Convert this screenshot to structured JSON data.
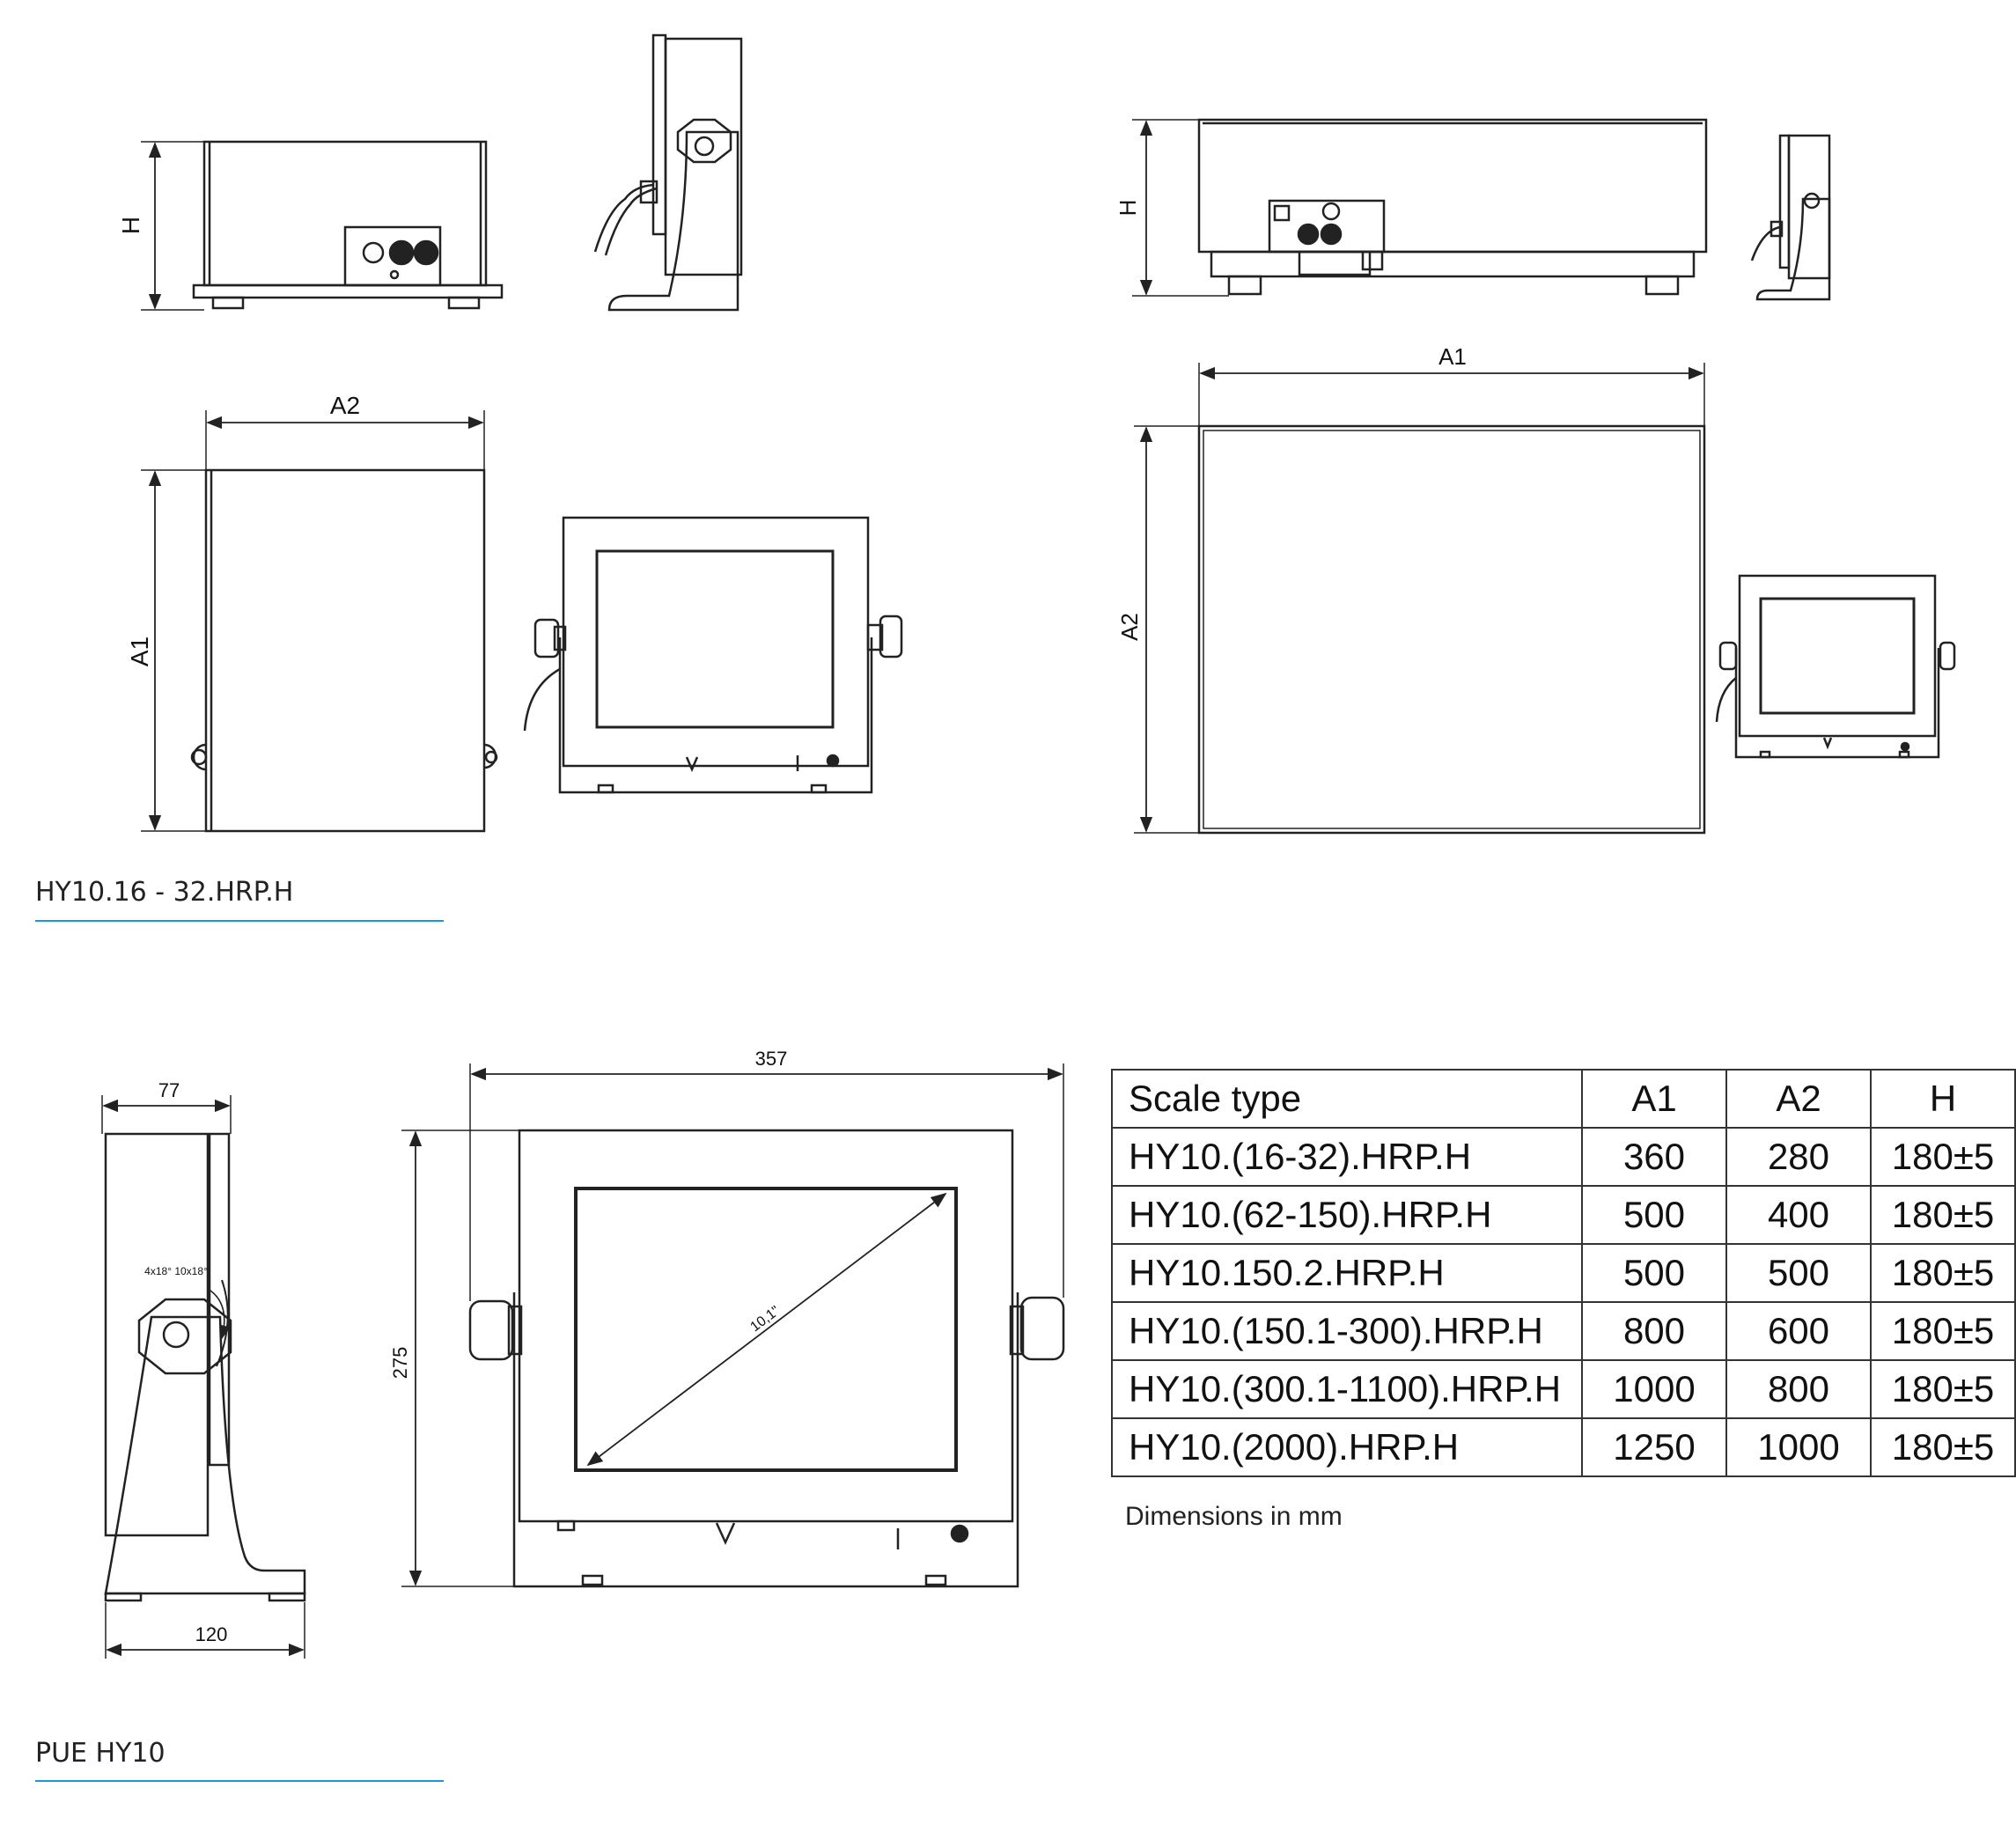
{
  "labels": {
    "h_left": "H",
    "a2_left": "A2",
    "a1_left": "A1",
    "h_right": "H",
    "a1_right": "A1",
    "a2_right": "A2",
    "dim_77": "77",
    "dim_120": "120",
    "dim_357": "357",
    "dim_275": "275",
    "diagonal": "10,1\"",
    "rotation": "4x18°  10x18°"
  },
  "captions": {
    "top": "HY10.16 - 32.HRP.H",
    "bottom": "PUE HY10"
  },
  "table": {
    "headers": [
      "Scale type",
      "A1",
      "A2",
      "H"
    ],
    "rows": [
      [
        "HY10.(16-32).HRP.H",
        "360",
        "280",
        "180±5"
      ],
      [
        "HY10.(62-150).HRP.H",
        "500",
        "400",
        "180±5"
      ],
      [
        "HY10.150.2.HRP.H",
        "500",
        "500",
        "180±5"
      ],
      [
        "HY10.(150.1-300).HRP.H",
        "800",
        "600",
        "180±5"
      ],
      [
        "HY10.(300.1-1100).HRP.H",
        "1000",
        "800",
        "180±5"
      ],
      [
        "HY10.(2000).HRP.H",
        "1250",
        "1000",
        "180±5"
      ]
    ],
    "note": "Dimensions in mm"
  },
  "colors": {
    "caption_rule": "#1a9bd7",
    "line": "#222222"
  }
}
